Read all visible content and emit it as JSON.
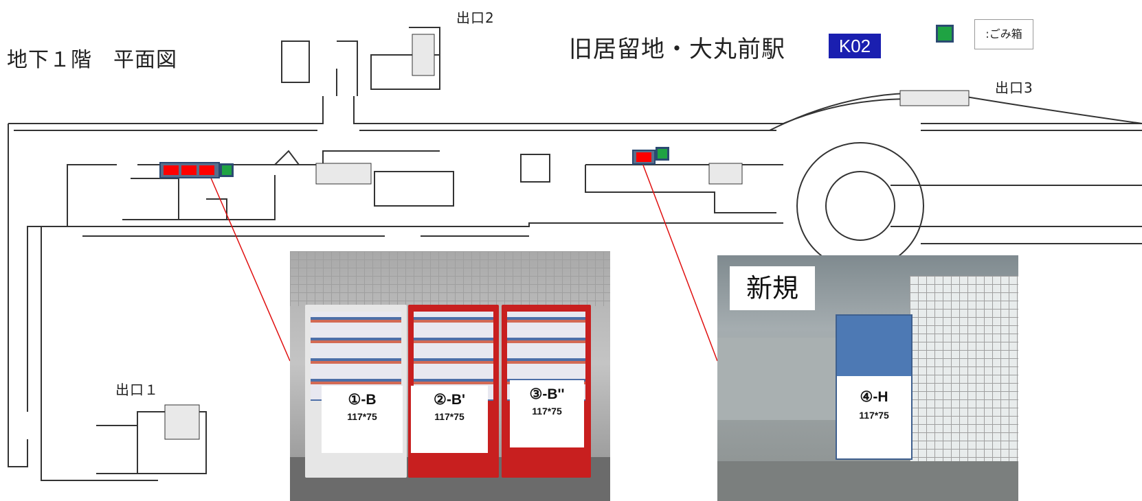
{
  "header": {
    "floor_title": "地下１階　平面図",
    "station_name": "旧居留地・大丸前駅",
    "station_code": "K02"
  },
  "legend": {
    "label": ":ごみ箱",
    "swatch_color": "#1fa343"
  },
  "exits": {
    "exit1": "出口１",
    "exit2": "出口2",
    "exit3": "出口3"
  },
  "colors": {
    "vending_marker": "#ff0000",
    "trash_marker": "#1fa343",
    "marker_border": "#2b4a72",
    "leader_line": "#e01010",
    "station_code_bg": "#1a1fb0",
    "new_board": "#4d79b4"
  },
  "photos": {
    "left": {
      "machines": [
        {
          "id": "①-B",
          "size": "117*75"
        },
        {
          "id": "②-B'",
          "size": "117*75"
        },
        {
          "id": "③-B''",
          "size": "117*75"
        }
      ]
    },
    "right": {
      "tag": "新規",
      "board": {
        "id": "④-H",
        "size": "117*75"
      }
    }
  }
}
